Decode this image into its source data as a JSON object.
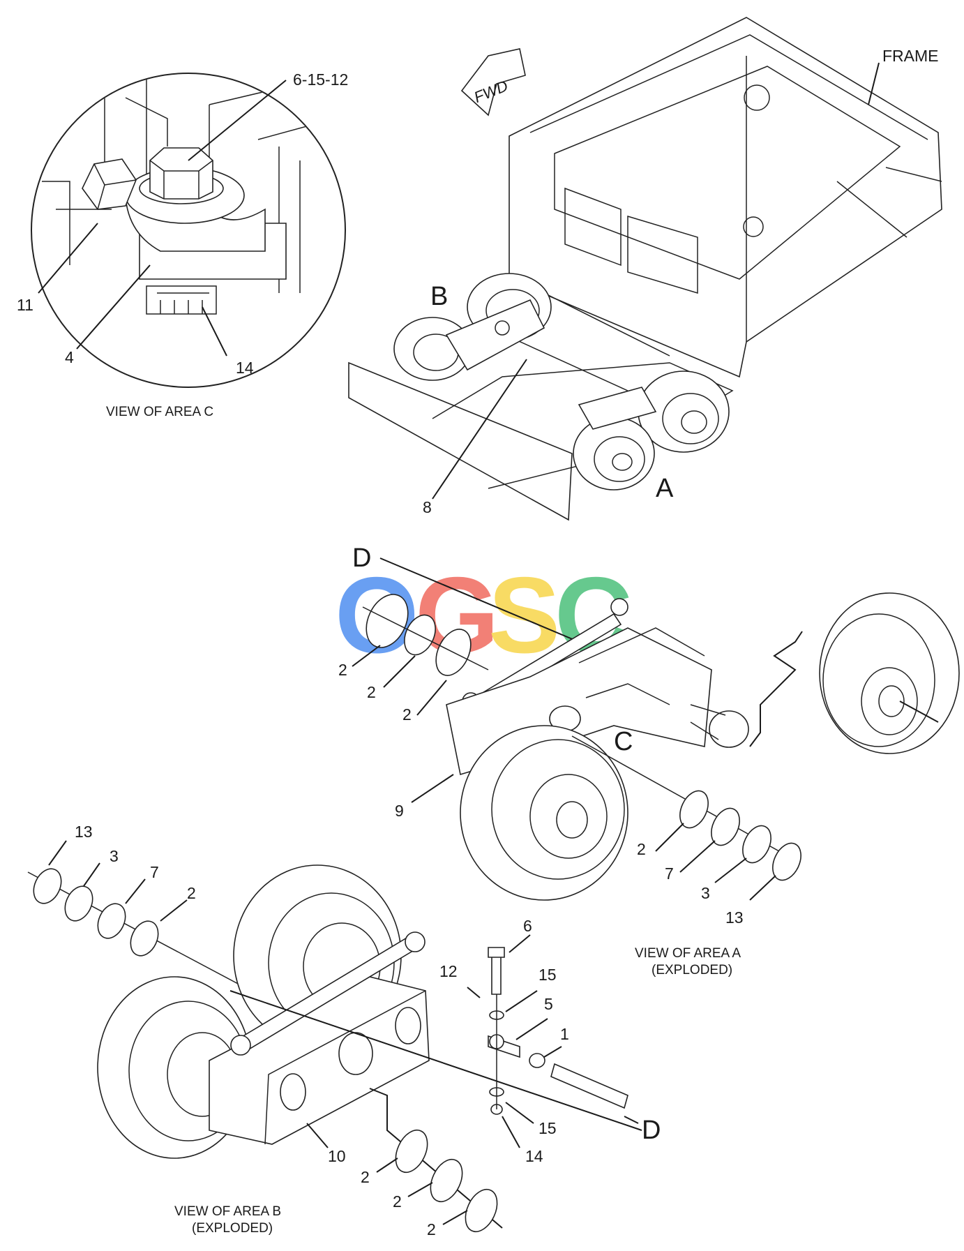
{
  "view_c": {
    "callouts": {
      "bolt": "6-15-12",
      "c11": "11",
      "c4": "4",
      "c14": "14"
    },
    "caption": "VIEW OF AREA  C"
  },
  "overview": {
    "frame": "FRAME",
    "fwd": "FWD",
    "area_a": "A",
    "area_b": "B",
    "c8": "8"
  },
  "view_a": {
    "area_c": "C",
    "area_d": "D",
    "upper_rings": [
      "2",
      "2",
      "2"
    ],
    "c9": "9",
    "lower_rings": [
      "2",
      "7",
      "3",
      "13"
    ],
    "caption_line1": "VIEW OF AREA  A",
    "caption_line2": "(EXPLODED)"
  },
  "view_b": {
    "left_rings": [
      "13",
      "3",
      "7",
      "2"
    ],
    "hardware": {
      "c12": "12",
      "c6": "6",
      "c15a": "15",
      "c5": "5",
      "c1": "1",
      "c15b": "15",
      "c14": "14"
    },
    "area_d": "D",
    "c10": "10",
    "bottom_rings": [
      "2",
      "2",
      "2"
    ],
    "caption_line1": "VIEW OF AREA  B",
    "caption_line2": "(EXPLODED)"
  },
  "watermark": {
    "letters": [
      "O",
      "G",
      "S",
      "C"
    ],
    "colors": [
      "#4f8ff0",
      "#f06a5f",
      "#f7d54a",
      "#4cc07b"
    ]
  }
}
